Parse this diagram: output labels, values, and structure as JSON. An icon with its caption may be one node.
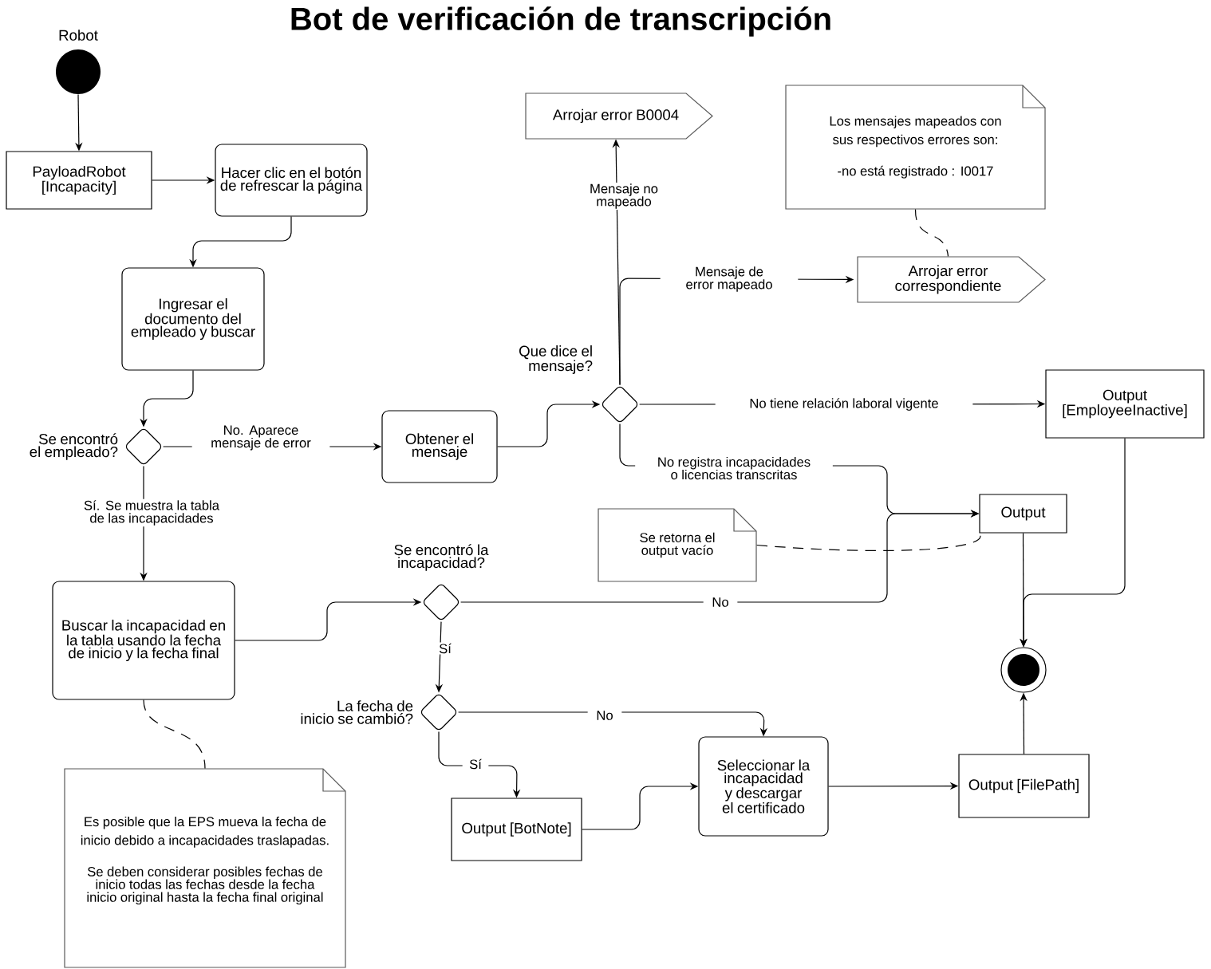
{
  "diagram": {
    "title": "Bot de verificación de transcripción",
    "nodes": [
      {
        "text": [],
        "shape": "circle",
        "beside": [
          "Robot"
        ]
      },
      {
        "text": [
          "PayloadRobot [Incapacity]"
        ]
      },
      {
        "text": [
          "Hacer clic en el botón de refrescar la página"
        ]
      },
      {
        "text": [
          "Ingresar el documento del empleado y buscar"
        ]
      },
      {
        "text": [
          "Se encontró el empleado?"
        ]
      },
      {
        "text": [
          "Obtener el mensaje"
        ]
      },
      {
        "text": [
          "Que dice el mensaje?"
        ]
      },
      {
        "text": [
          "Arrojar error B0004"
        ]
      },
      {
        "text": [
          "Los mensajes mapeados con sus respectivos errores son:",
          "-no está registrado : I0017"
        ]
      },
      {
        "text": [
          "Arrojar error correspondiente"
        ]
      },
      {
        "text": [
          "Output [EmployeeInactive]"
        ]
      },
      {
        "text": [
          "Output"
        ]
      },
      {
        "text": [
          "Se retorna el output vacío"
        ]
      },
      {
        "text": [
          "Buscar la incapacidad en la tabla usando la fecha de inicio y la fecha final"
        ]
      },
      {
        "text": [
          "Se encontró la incapacidad?"
        ]
      },
      {
        "text": [
          "La fecha de inicio se cambió?"
        ]
      },
      {
        "text": [
          "Output [BotNote]"
        ]
      },
      {
        "text": [
          "Seleccionar la incapacidad y descargar el certificado"
        ]
      },
      {
        "text": [
          "Output [FilePath]"
        ]
      },
      {
        "text": [],
        "shape": "circle"
      },
      {
        "text": [
          "Es posible que la EPS mueva la fecha de inicio debido a incapacidades traslapadas.",
          "Se deben considerar posibles fechas de inicio todas las fechas desde la fecha inicio original hasta la fecha final original"
        ]
      }
    ],
    "edges": [
      {
        "from": 0,
        "to": 1,
        "arrow": "to"
      },
      {
        "from": 1,
        "to": 2,
        "arrow": "to"
      },
      {
        "from": 2,
        "to": 3,
        "arrow": "to"
      },
      {
        "from": 3,
        "to": 4,
        "arrow": "to"
      },
      {
        "from": 4,
        "to": 5,
        "arrow": "to",
        "label": "No. Aparece mensaje de error"
      },
      {
        "from": 4,
        "to": 13,
        "arrow": "to",
        "label": "Sí. Se muestra la tabla de las incapacidades"
      },
      {
        "from": 5,
        "to": 6,
        "arrow": "to"
      },
      {
        "from": 6,
        "to": 7,
        "arrow": "to",
        "label": "Mensaje no mapeado"
      },
      {
        "from": 6,
        "to": 9,
        "arrow": "to",
        "label": "Mensaje de error mapeado"
      },
      {
        "from": 6,
        "to": 10,
        "arrow": "to",
        "label": "No tiene relación laboral vigente"
      },
      {
        "from": 6,
        "to": 11,
        "arrow": "to",
        "label": "No registra incapacidades o licencias transcritas"
      },
      {
        "from": 8,
        "to": 9,
        "arrow": "none",
        "style": "dashed"
      },
      {
        "from": 12,
        "to": 11,
        "arrow": "none",
        "style": "dashed"
      },
      {
        "from": 13,
        "to": 14,
        "arrow": "to"
      },
      {
        "from": 14,
        "to": 11,
        "arrow": "to",
        "label": "No"
      },
      {
        "from": 14,
        "to": 15,
        "arrow": "to",
        "label": "Sí"
      },
      {
        "from": 15,
        "to": 17,
        "arrow": "to",
        "label": "No"
      },
      {
        "from": 15,
        "to": 16,
        "arrow": "to",
        "label": "Sí"
      },
      {
        "from": 16,
        "to": 17,
        "arrow": "to"
      },
      {
        "from": 17,
        "to": 18,
        "arrow": "to"
      },
      {
        "from": 10,
        "to": 19,
        "arrow": "to"
      },
      {
        "from": 11,
        "to": 19,
        "arrow": "to"
      },
      {
        "from": 18,
        "to": 19,
        "arrow": "to"
      },
      {
        "from": 13,
        "to": 20,
        "arrow": "none",
        "style": "dashed"
      }
    ]
  }
}
